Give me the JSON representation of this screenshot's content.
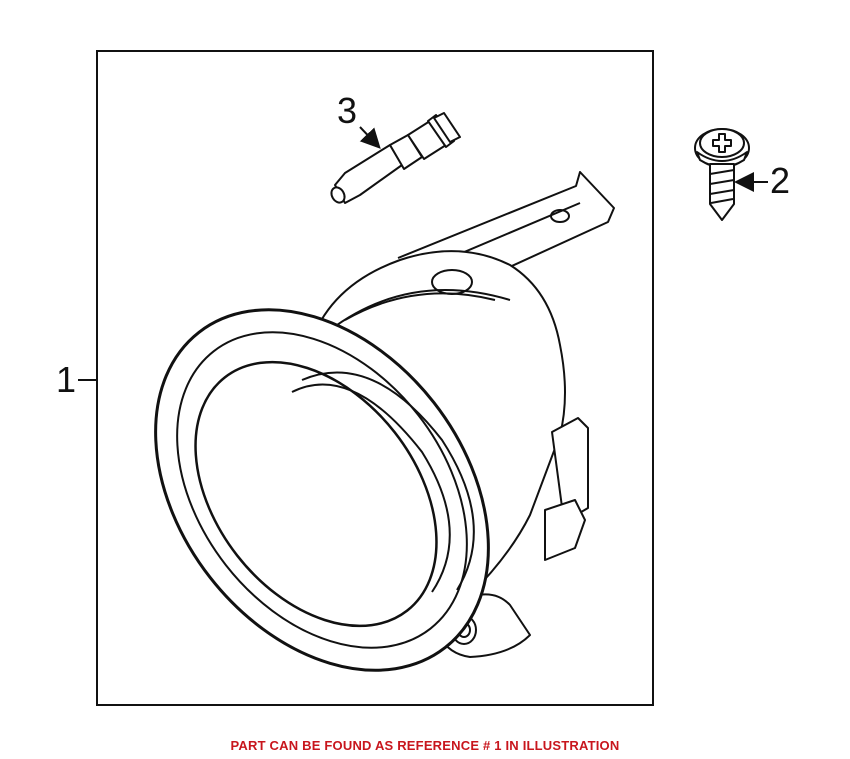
{
  "diagram": {
    "callouts": [
      {
        "id": "1",
        "label": "1"
      },
      {
        "id": "2",
        "label": "2"
      },
      {
        "id": "3",
        "label": "3"
      }
    ],
    "caption": "PART CAN BE FOUND AS REFERENCE # 1 IN ILLUSTRATION",
    "caption_color": "#c8161d",
    "line_color": "#111111",
    "parts": [
      {
        "ref": "1",
        "icon": "fog-lamp-housing-icon"
      },
      {
        "ref": "2",
        "icon": "screw-icon"
      },
      {
        "ref": "3",
        "icon": "bulb-icon"
      }
    ]
  }
}
